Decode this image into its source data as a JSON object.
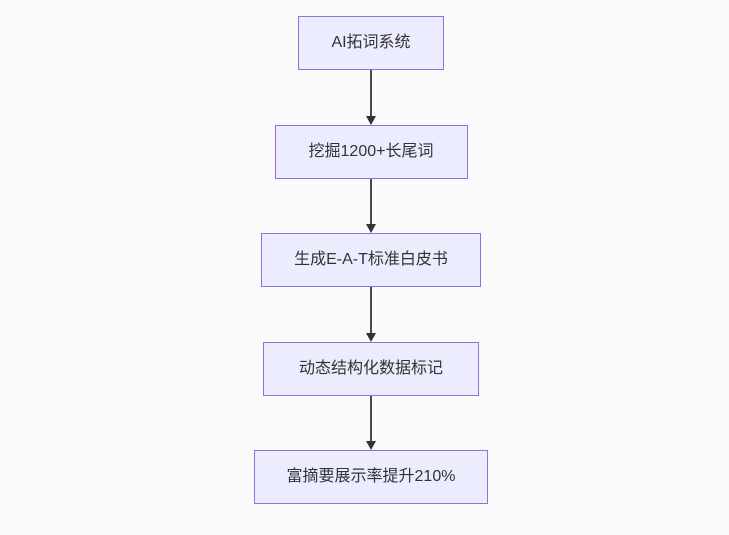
{
  "page": {
    "background_color": "#FAFAFA"
  },
  "diagram": {
    "type": "flowchart",
    "direction": "top-down",
    "nodes": [
      {
        "id": "A",
        "label": "AI拓词系统"
      },
      {
        "id": "B",
        "label": "挖掘1200+长尾词"
      },
      {
        "id": "C",
        "label": "生成E-A-T标准白皮书"
      },
      {
        "id": "D",
        "label": "动态结构化数据标记"
      },
      {
        "id": "E",
        "label": "富摘要展示率提升210%"
      }
    ],
    "edges": [
      {
        "from": "A",
        "to": "B",
        "arrow": "down"
      },
      {
        "from": "B",
        "to": "C",
        "arrow": "down"
      },
      {
        "from": "C",
        "to": "D",
        "arrow": "down"
      },
      {
        "from": "D",
        "to": "E",
        "arrow": "down"
      }
    ],
    "colors": {
      "node_fill": "#ECECFF",
      "node_border": "#9370DB",
      "arrow_line": "#4A4A4A",
      "arrow_head": "#333333",
      "text": "#333333"
    }
  }
}
